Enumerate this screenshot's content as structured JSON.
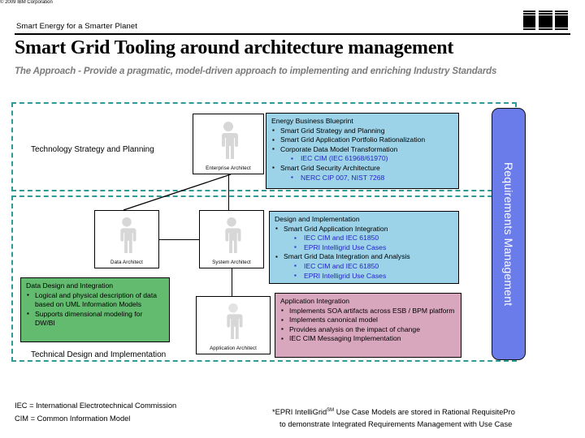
{
  "header": {
    "eyebrow": "Smart Energy for a Smarter Planet",
    "title": "Smart Grid Tooling around architecture management",
    "subtitle": "The Approach - Provide a pragmatic, model-driven approach to implementing and enriching Industry Standards",
    "logo": "IBM"
  },
  "zones": {
    "upper_label": "Technology Strategy and Planning",
    "lower_label": "Technical Design and Implementation"
  },
  "actors": {
    "enterprise": "Enterprise Architect",
    "data": "Data Architect",
    "system": "System Architect",
    "application": "Application Architect"
  },
  "boxes": {
    "blueprint": {
      "title": "Energy Business Blueprint",
      "color": "#9dd3e8",
      "items": [
        {
          "text": "Smart Grid Strategy and Planning",
          "level": 1
        },
        {
          "text": "Smart Grid Application Portfolio Rationalization",
          "level": 1
        },
        {
          "text": "Corporate Data Model Transformation",
          "level": 1
        },
        {
          "text": "IEC CIM (IEC 61968/61970)",
          "level": 2
        },
        {
          "text": "Smart Grid Security Architecture",
          "level": 1
        },
        {
          "text": "NERC CIP 007, NIST 7268",
          "level": 2
        }
      ]
    },
    "design": {
      "title": "Design and Implementation",
      "color": "#9dd3e8",
      "items": [
        {
          "text": "Smart Grid Application Integration",
          "level": 1
        },
        {
          "text": "IEC CIM and IEC 61850",
          "level": 2
        },
        {
          "text": "EPRI Intelligrid Use Cases",
          "level": 2
        },
        {
          "text": "Smart Grid Data Integration and Analysis",
          "level": 1
        },
        {
          "text": "IEC CIM and IEC 61850",
          "level": 2
        },
        {
          "text": "EPRI Intelligrid Use Cases",
          "level": 2
        }
      ]
    },
    "application_integration": {
      "title": "Application Integration",
      "color": "#d9a7bd",
      "items": [
        {
          "text": "Implements SOA artifacts across ESB / BPM platform",
          "level": 1
        },
        {
          "text": "Implements canonical model",
          "level": 1
        },
        {
          "text": "Provides analysis on the impact of change",
          "level": 1
        },
        {
          "text": "IEC CIM Messaging Implementation",
          "level": 1
        }
      ]
    },
    "data_design": {
      "title": "Data Design and Integration",
      "color": "#62bb6e",
      "items": [
        {
          "text": "Logical and physical description of data based on UML Information Models",
          "level": 1
        },
        {
          "text": "Supports dimensional modeling for DW/BI",
          "level": 1
        }
      ]
    }
  },
  "requirements_bar": {
    "label": "Requirements Management",
    "color": "#6a7bea"
  },
  "footer": {
    "legend_iec": "IEC = International Electrotechnical Commission",
    "legend_cim": "CIM = Common Information Model",
    "footnote_line1": "*EPRI IntelliGrid",
    "footnote_line1_sup": "SM",
    "footnote_line1_rest": " Use Case Models are stored in Rational RequisitePro",
    "footnote_line2": "to demonstrate Integrated Requirements Management with Use Case",
    "copyright": "© 2009 IBM Corporation"
  },
  "accent_colors": {
    "zone_dash": "#2e9b96",
    "sub_bullet_text": "#2222cc",
    "subtitle_gray": "#7b7b7b"
  }
}
